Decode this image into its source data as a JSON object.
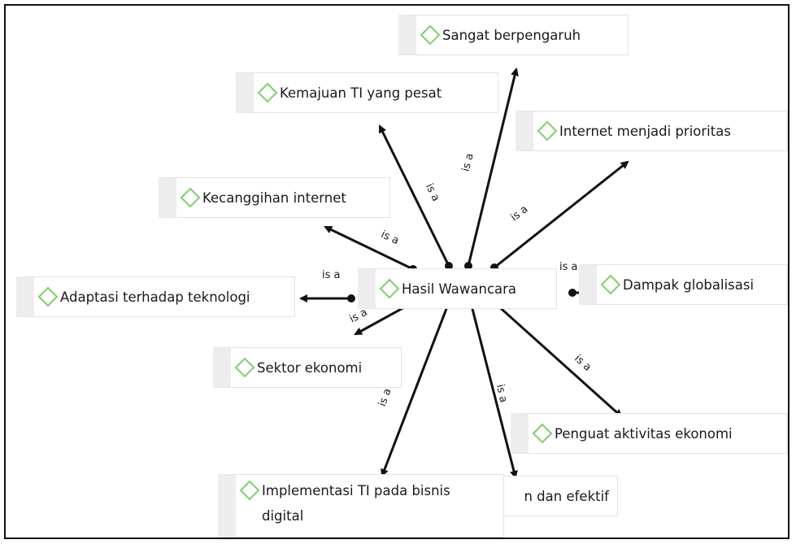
{
  "colors": {
    "line": "#111111",
    "diamond": "#7fcf6f",
    "node_stripe": "#ededed"
  },
  "icons": {
    "node_icon": "diamond-outline-icon"
  },
  "center": {
    "label": "Hasil Wawancara"
  },
  "nodes": [
    {
      "label": "Sangat berpengaruh"
    },
    {
      "label": "Kemajuan TI yang pesat"
    },
    {
      "label": "Internet menjadi prioritas"
    },
    {
      "label": "Kecanggihan internet"
    },
    {
      "label": "Adaptasi terhadap teknologi"
    },
    {
      "label": "Dampak globalisasi"
    },
    {
      "label": "Sektor ekonomi"
    },
    {
      "label": "Penguat aktivitas ekonomi"
    },
    {
      "label": "Implementasi TI pada bisnis digital"
    },
    {
      "label": "Efisien dan efektif",
      "visible_text": "n dan efektif"
    }
  ],
  "relations": [
    {
      "label": "is a"
    },
    {
      "label": "is a"
    },
    {
      "label": "is a"
    },
    {
      "label": "is a"
    },
    {
      "label": "is a"
    },
    {
      "label": "is a"
    },
    {
      "label": "is a"
    },
    {
      "label": "is a"
    },
    {
      "label": "is a"
    },
    {
      "label": "is a"
    }
  ]
}
